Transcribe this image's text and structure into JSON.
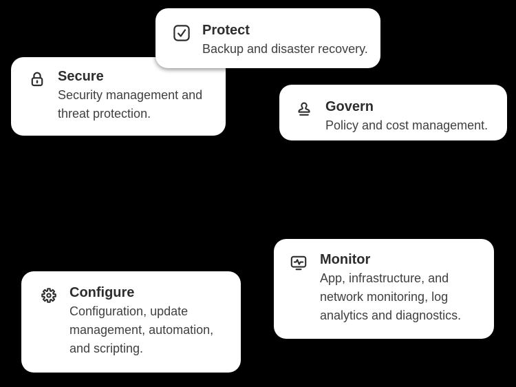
{
  "colors": {
    "background": "#000000",
    "card_background": "#ffffff",
    "title_text": "#2d2d2d",
    "body_text": "#3f3f3f",
    "icon_stroke": "#2e2e2e"
  },
  "cards": [
    {
      "id": "protect",
      "title": "Protect",
      "description": "Backup and disaster recovery.",
      "icon": "checkbox-check-icon"
    },
    {
      "id": "secure",
      "title": "Secure",
      "description": "Security management and\nthreat protection.",
      "icon": "lock-icon"
    },
    {
      "id": "govern",
      "title": "Govern",
      "description": "Policy and cost management.",
      "icon": "stamp-icon"
    },
    {
      "id": "monitor",
      "title": "Monitor",
      "description": "App, infrastructure, and\nnetwork monitoring, log\nanalytics and diagnostics.",
      "icon": "monitor-pulse-icon"
    },
    {
      "id": "configure",
      "title": "Configure",
      "description": "Configuration, update\nmanagement, automation,\nand scripting.",
      "icon": "gear-icon"
    }
  ]
}
